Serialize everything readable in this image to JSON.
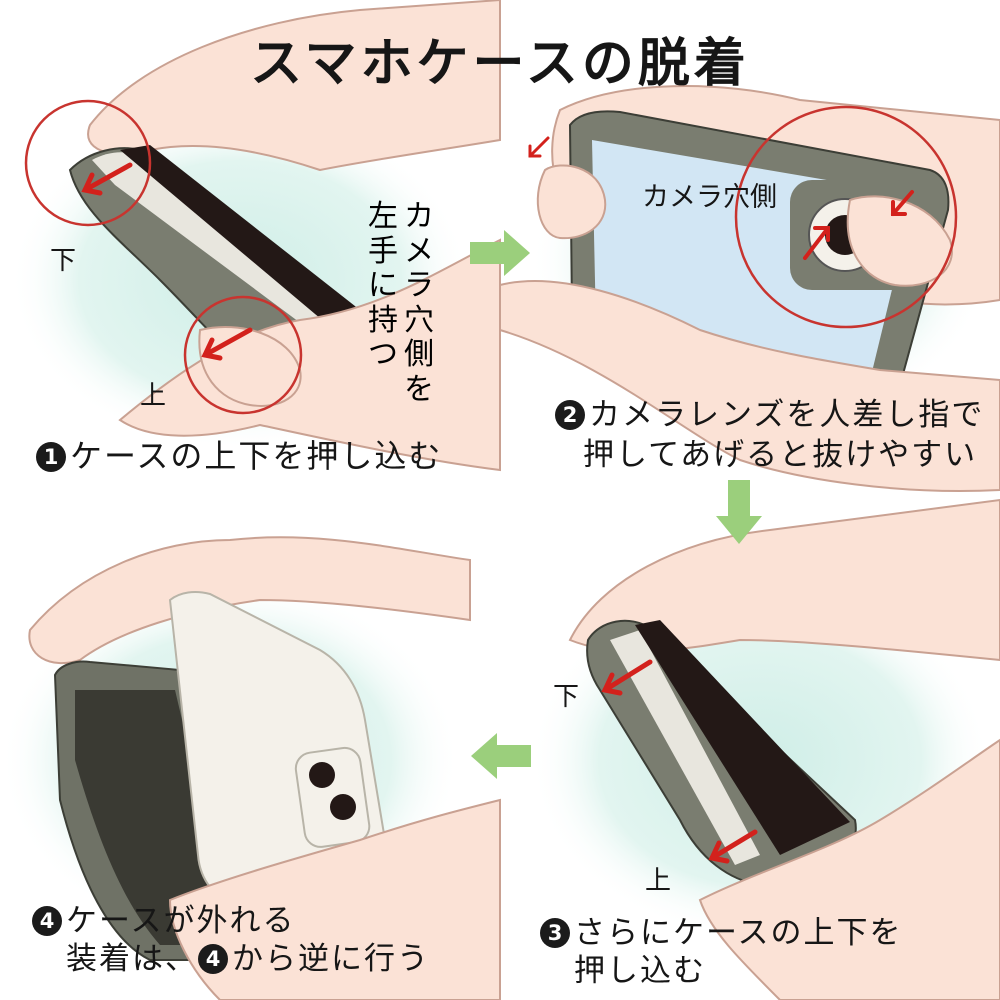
{
  "title": "スマホケースの脱着",
  "panels": {
    "p1": {
      "step_number": "1",
      "caption": "ケースの上下を押し込む",
      "side_note": [
        "左手に持つ",
        "カメラ穴側を"
      ],
      "label_bottom": "下",
      "label_top": "上"
    },
    "p2": {
      "step_number": "2",
      "caption_line1": "カメラレンズを人差し指で",
      "caption_line2": "押してあげると抜けやすい",
      "camera_label": "カメラ穴側"
    },
    "p3": {
      "step_number": "3",
      "caption_line1": "さらにケースの上下を",
      "caption_line2": "押し込む",
      "label_bottom": "下",
      "label_top": "上"
    },
    "p4": {
      "step_number": "4",
      "caption_line1": "ケースが外れる",
      "caption_line2_prefix": "装着は、",
      "caption_line2_ref": "4",
      "caption_line2_suffix": "から逆に行う"
    }
  },
  "colors": {
    "skin": "#fbe2d6",
    "skin_line": "#c9a192",
    "background_wash": "#cfeee7",
    "case_gray": "#7a7d70",
    "screen_dark": "#231816",
    "arrow_red": "#d3211c",
    "circle_red": "#c8342f",
    "step_arrow_green": "#9bcf7c",
    "phone_back": "#f4f1ea",
    "phone_blue": "#d2e6f4"
  }
}
